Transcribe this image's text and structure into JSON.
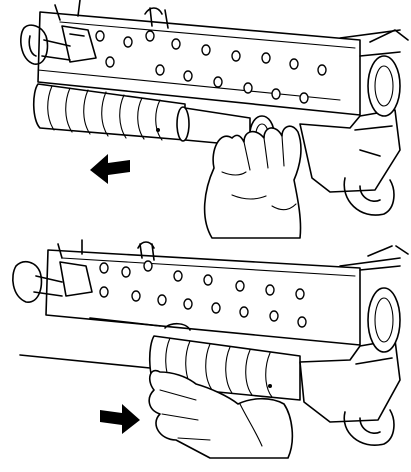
{
  "figure": {
    "panels": [
      {
        "name": "top-panel",
        "arrow_direction": "left"
      },
      {
        "name": "bottom-panel",
        "arrow_direction": "right"
      }
    ],
    "colors": {
      "ink": "#000000",
      "paper": "#ffffff"
    }
  }
}
